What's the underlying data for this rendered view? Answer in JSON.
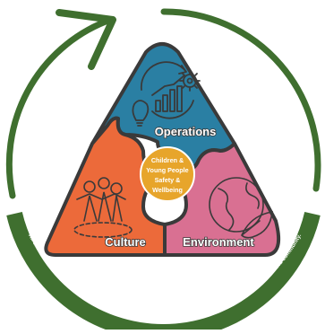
{
  "center": {
    "lines": [
      "Children &",
      "Young People",
      "Safety &",
      "Wellbeing"
    ]
  },
  "segments": {
    "operations": {
      "label": "Operations",
      "color": "#2a7fa3"
    },
    "culture": {
      "label": "Culture",
      "color": "#ec6a3a"
    },
    "environment": {
      "label": "Environment",
      "color": "#d97092"
    }
  },
  "ring": {
    "text": "All children and young people connected to AHL feel safe, are safe, and grow strong in their identity, culture and community.",
    "color": "#3f6f2f"
  },
  "center_color": "#e7a52b",
  "icons": [
    "cycle-arrows-icon",
    "gear-icon",
    "lightbulb-icon",
    "bar-chart-icon",
    "people-icon",
    "globe-icon",
    "leaf-icon"
  ]
}
